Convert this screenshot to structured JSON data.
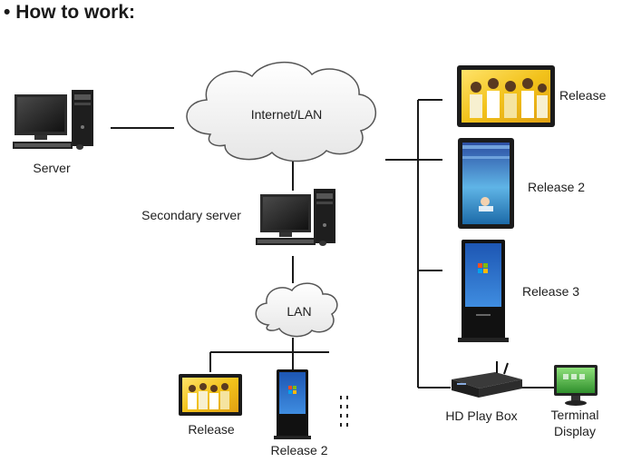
{
  "heading": "How to work:",
  "bullet": "•",
  "nodes": {
    "server": "Server",
    "internet": "Internet/LAN",
    "secondary_server": "Secondary server",
    "lan": "LAN",
    "release_top": "Release",
    "release_2_right": "Release 2",
    "release_3_right": "Release 3",
    "hd_play_box": "HD Play Box",
    "terminal_line1": "Terminal",
    "terminal_line2": "Display",
    "release_bottom": "Release",
    "release_2_bottom": "Release 2"
  },
  "icons": {
    "server": "desktop-computer-icon",
    "secondary_server": "desktop-computer-icon",
    "internet": "cloud-icon",
    "lan": "cloud-icon",
    "release_top": "landscape-display-icon",
    "release_2_right": "portrait-display-icon",
    "release_3_right": "kiosk-icon",
    "hd_play_box": "media-player-icon",
    "terminal_display": "monitor-icon",
    "release_bottom": "landscape-display-icon",
    "release_2_bottom": "kiosk-icon",
    "more": "more-dots-icon"
  },
  "colors": {
    "line": "#1a1a1a",
    "cloud_fill": "#f2f2f2",
    "cloud_stroke": "#555555",
    "screen_bezel": "#1b1b1b",
    "win_blue": "#2a6fc9",
    "kiosk_body": "#111111",
    "terminal_green": "#3fa33a",
    "photo_yellow": "#f2c21b"
  }
}
